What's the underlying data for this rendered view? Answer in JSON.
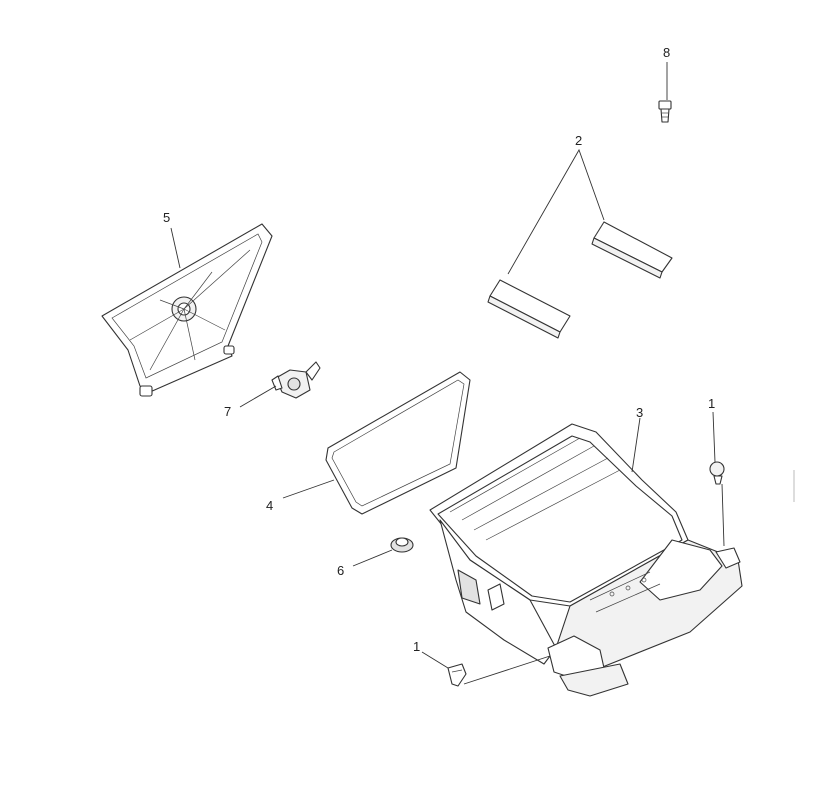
{
  "callouts": [
    {
      "id": "callout-8",
      "label": "8"
    },
    {
      "id": "callout-2",
      "label": "2"
    },
    {
      "id": "callout-5",
      "label": "5"
    },
    {
      "id": "callout-7",
      "label": "7"
    },
    {
      "id": "callout-3",
      "label": "3"
    },
    {
      "id": "callout-1-top",
      "label": "1"
    },
    {
      "id": "callout-4",
      "label": "4"
    },
    {
      "id": "callout-6",
      "label": "6"
    },
    {
      "id": "callout-1-bottom",
      "label": "1"
    }
  ]
}
